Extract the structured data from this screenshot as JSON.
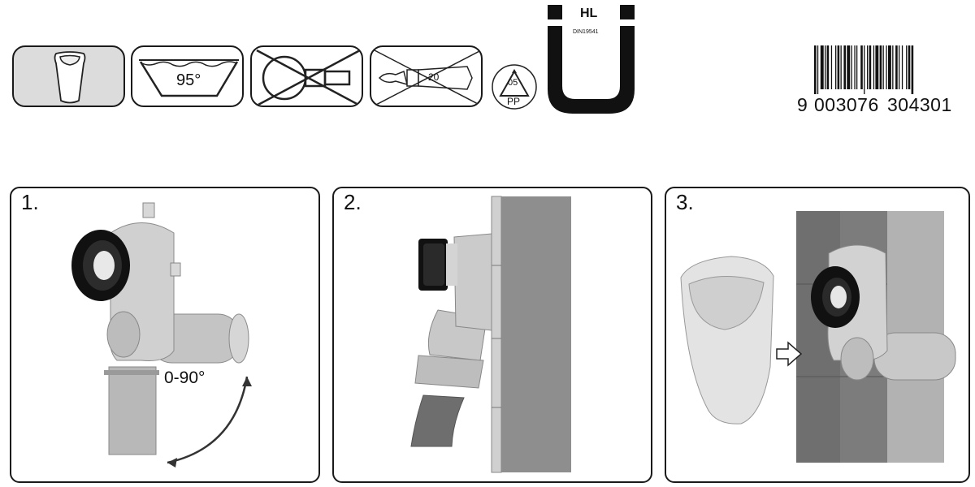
{
  "icons": {
    "temp_label": "95°",
    "no_clean_label": "",
    "no_silicone_label": "20",
    "recycle_code": "05",
    "recycle_material": "PP"
  },
  "brand": {
    "mark": "HL",
    "standard": "DIN19541"
  },
  "barcode": {
    "lead_digit": "9",
    "group1": "003076",
    "group2": "304301"
  },
  "steps": [
    {
      "number": "1.",
      "angle_label": "0-90°"
    },
    {
      "number": "2."
    },
    {
      "number": "3."
    }
  ]
}
